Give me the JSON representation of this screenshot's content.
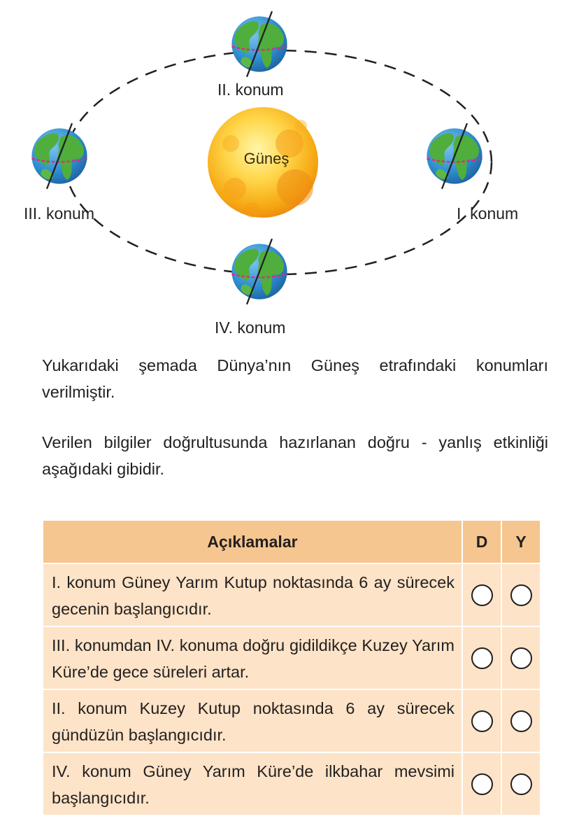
{
  "diagram": {
    "sun_label": "Güneş",
    "positions": [
      {
        "id": "I",
        "label": "I. konum"
      },
      {
        "id": "II",
        "label": "II. konum"
      },
      {
        "id": "III",
        "label": "III. konum"
      },
      {
        "id": "IV",
        "label": "IV. konum"
      }
    ]
  },
  "text": {
    "paragraph1": "Yukarıdaki şemada Dünya’nın Güneş etrafındaki konumları verilmiştir.",
    "paragraph2": "Verilen bilgiler doğrultusunda hazırlanan doğru - yanlış etkinliği aşağıdaki gibidir."
  },
  "table": {
    "headers": {
      "statement": "Açıklamalar",
      "true": "D",
      "false": "Y"
    },
    "rows": [
      {
        "text": "I. konum Güney Yarım Kutup noktasında 6 ay sürecek gecenin başlangıcıdır."
      },
      {
        "text": "III. konumdan IV. konuma doğru gidildikçe Kuzey Yarım Küre’de gece süreleri artar."
      },
      {
        "text": "II. konum Kuzey Kutup noktasında 6 ay sürecek gündüzün başlangıcıdır."
      },
      {
        "text": "IV. konum Güney Yarım Küre’de ilkbahar mevsimi başlangıcıdır."
      }
    ]
  },
  "colors": {
    "table_header": "#f5c68f",
    "table_row": "#fde3c7",
    "ocean": "#2f8fd0",
    "land": "#4fae3c",
    "sun": "#f6b312",
    "equator": "#e8267a"
  }
}
